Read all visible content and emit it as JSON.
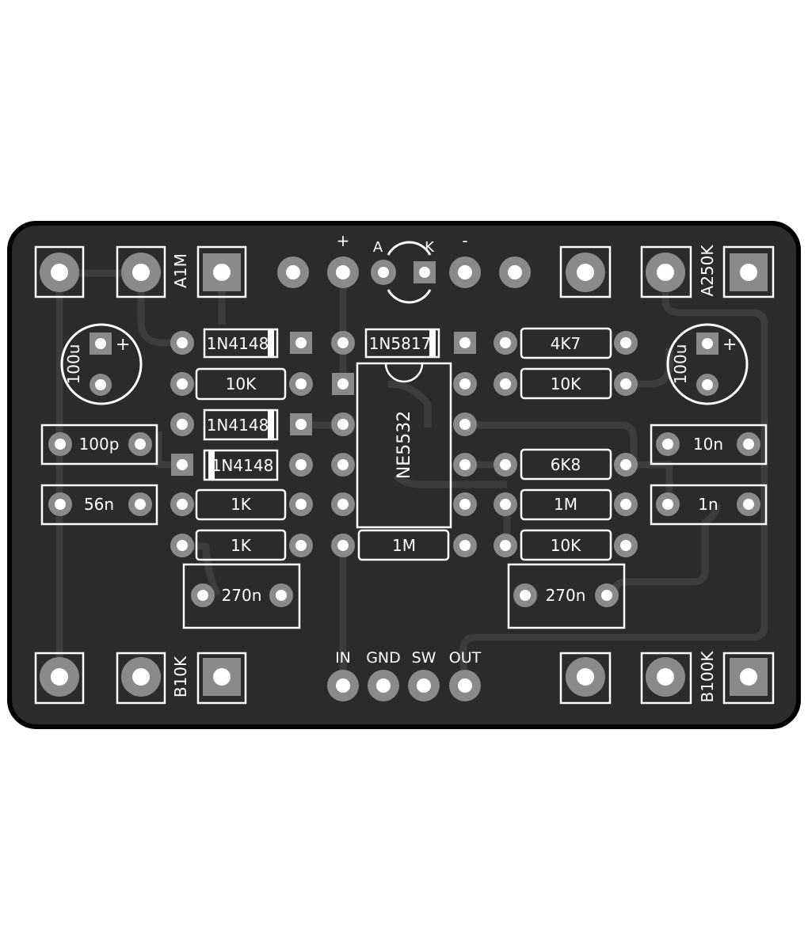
{
  "colors": {
    "board": "#2b2b2b",
    "board_edge": "#000000",
    "trace": "#3c3c3c",
    "pad": "#8a8a8a",
    "silk": "#ffffff",
    "hole": "#ffffff"
  },
  "pots": [
    {
      "id": "pot-a1m",
      "label": "A1M"
    },
    {
      "id": "pot-a250k",
      "label": "A250K"
    },
    {
      "id": "pot-b10k",
      "label": "B10K"
    },
    {
      "id": "pot-b100k",
      "label": "B100K"
    }
  ],
  "power_labels": {
    "plus": "+",
    "anode": "A",
    "cathode": "K",
    "minus": "-"
  },
  "io_labels": [
    "IN",
    "GND",
    "SW",
    "OUT"
  ],
  "caps_electrolytic": [
    {
      "id": "cap-100u-left",
      "label": "100u",
      "polarity": "+"
    },
    {
      "id": "cap-100u-right",
      "label": "100u",
      "polarity": "+"
    }
  ],
  "parts": {
    "d1": "1N4148",
    "d2": "1N5817",
    "d3": "1N4148",
    "d4": "1N4148",
    "r_10k_left": "10K",
    "r_1k_a": "1K",
    "r_1k_b": "1K",
    "r_1m_center": "1M",
    "r_4k7": "4K7",
    "r_10k_right": "10K",
    "r_6k8": "6K8",
    "r_1m_right": "1M",
    "r_10k_bottom": "10K",
    "c_100p": "100p",
    "c_56n": "56n",
    "c_10n": "10n",
    "c_1n": "1n",
    "c_270n_left": "270n",
    "c_270n_right": "270n",
    "ic": "NE5532"
  }
}
